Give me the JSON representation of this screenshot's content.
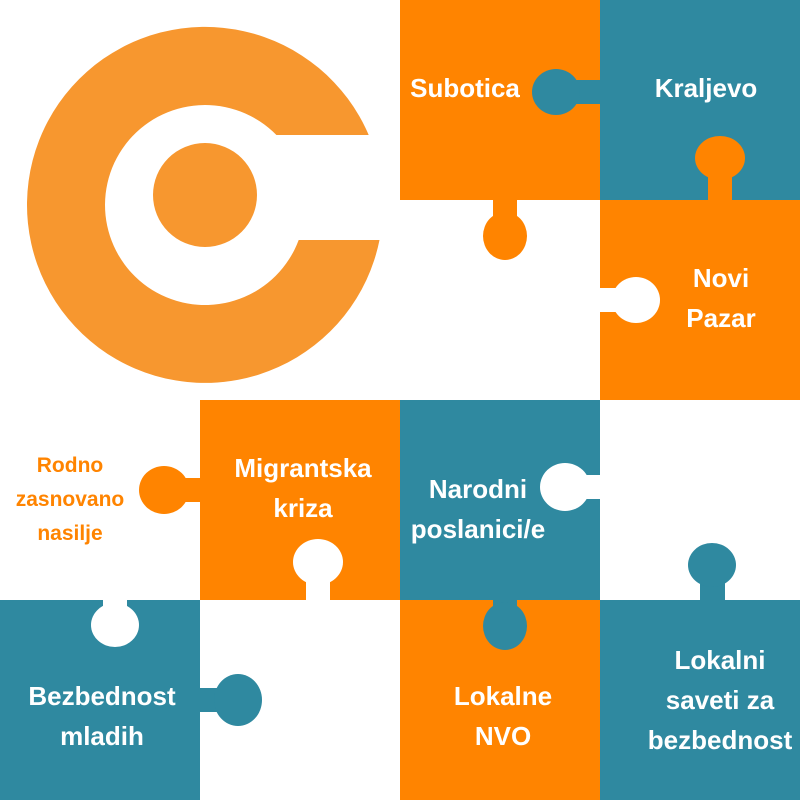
{
  "colors": {
    "orange": "#FF8400",
    "teal": "#2F89A0",
    "logo_orange": "#F7972F",
    "white": "#FFFFFF"
  },
  "logo": {
    "icon": "c-ring-logo"
  },
  "pieces": {
    "subotica": {
      "lines": [
        "Subotica"
      ]
    },
    "kraljevo": {
      "lines": [
        "Kraljevo"
      ]
    },
    "novi_pazar": {
      "lines": [
        "Novi",
        "Pazar"
      ]
    },
    "rodno": {
      "lines": [
        "Rodno",
        "zasnovano",
        "nasilje"
      ]
    },
    "migrantska": {
      "lines": [
        "Migrantska",
        "kriza"
      ]
    },
    "narodni": {
      "lines": [
        "Narodni",
        "poslanici/e"
      ]
    },
    "bezbednost": {
      "lines": [
        "Bezbednost",
        "mladih"
      ]
    },
    "lokalne": {
      "lines": [
        "Lokalne",
        "NVO"
      ]
    },
    "lokalni": {
      "lines": [
        "Lokalni",
        "saveti za",
        "bezbednost"
      ]
    }
  }
}
